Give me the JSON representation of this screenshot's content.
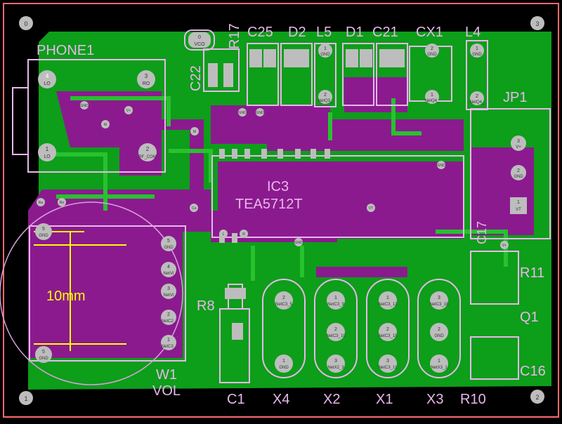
{
  "corner_marks": {
    "tl": "0",
    "tr": "3",
    "bl": "1",
    "br": "2"
  },
  "dimension": {
    "label": "10mm"
  },
  "components": {
    "phone1": "PHONE1",
    "r17": "R17",
    "c25": "C25",
    "d2": "D2",
    "l5": "L5",
    "d1": "D1",
    "c21": "C21",
    "cx1": "CX1",
    "l4": "L4",
    "c22": "C22",
    "jp1": "JP1",
    "ic3": "IC3",
    "tea": "TEA5712T",
    "c17": "C17",
    "r11": "R11",
    "r8": "R8",
    "q1": "Q1",
    "c16": "C16",
    "w1": "W1",
    "vol": "VOL",
    "c1": "C1",
    "x4": "X4",
    "x2": "X2",
    "x1": "X1",
    "x3": "X3",
    "r10": "R10"
  },
  "vco": {
    "num": "0",
    "label": "VCO"
  },
  "phone_pads": [
    {
      "num": "4",
      "net": "LO"
    },
    {
      "num": "3",
      "net": "RO"
    },
    {
      "num": "1",
      "net": "LO"
    },
    {
      "num": "2",
      "net": "RF_COM"
    }
  ],
  "jp_pads": [
    {
      "num": "3",
      "net": "V+"
    },
    {
      "num": "2",
      "net": "GND"
    },
    {
      "num": "1",
      "net": "VT"
    }
  ],
  "w1_pads": [
    {
      "num": "5",
      "net": "GND"
    },
    {
      "num": "5",
      "net": "GND"
    },
    {
      "num": "5",
      "net": "GND"
    },
    {
      "num": "4",
      "net": "NetVI"
    },
    {
      "num": "3",
      "net": "NetVI"
    },
    {
      "num": "2",
      "net": "NetC2_"
    },
    {
      "num": "1",
      "net": "NetC3_"
    }
  ],
  "top_pads": [
    {
      "num": "1",
      "net": "GND"
    },
    {
      "num": "2",
      "net": "NetQ3_"
    },
    {
      "num": "2",
      "net": "GND"
    },
    {
      "num": "1",
      "net": "NetQ4_"
    },
    {
      "num": "1",
      "net": "GND"
    },
    {
      "num": "2",
      "net": "NetQ4_"
    }
  ],
  "crystals": [
    {
      "top": {
        "num": "2",
        "net": "NetC3_5"
      },
      "bot": {
        "num": "1",
        "net": "GND"
      }
    },
    {
      "top": {
        "num": "1",
        "net": "NetC3_9"
      },
      "mid": {
        "num": "2",
        "net": "NetC3_10"
      },
      "bot": {
        "num": "3",
        "net": "NetX2_3"
      }
    },
    {
      "top": {
        "num": "1",
        "net": "NetC3_13"
      },
      "mid": {
        "num": "2",
        "net": "NetC3_15"
      },
      "bot": {
        "num": "3",
        "net": "NetC3_11"
      }
    },
    {
      "top": {
        "num": "3",
        "net": "NetC3_16"
      },
      "mid": {
        "num": "2",
        "net": "GND"
      },
      "bot": {
        "num": "1",
        "net": "NetX3_1"
      }
    }
  ],
  "vias": [
    "GND",
    "V+",
    "M",
    "M",
    "GND",
    "VT",
    "GND",
    "L",
    "R",
    "V+",
    "GND",
    "Ca",
    "Ro",
    "Ra",
    "GND"
  ],
  "colors": {
    "board": "#0d9e1a",
    "copper_bottom": "#8b1a8f",
    "silkscreen": "#e9b7ec",
    "pad": "#bdbdbd",
    "dimension": "#ffff00",
    "outline": "#ff6b6b"
  }
}
